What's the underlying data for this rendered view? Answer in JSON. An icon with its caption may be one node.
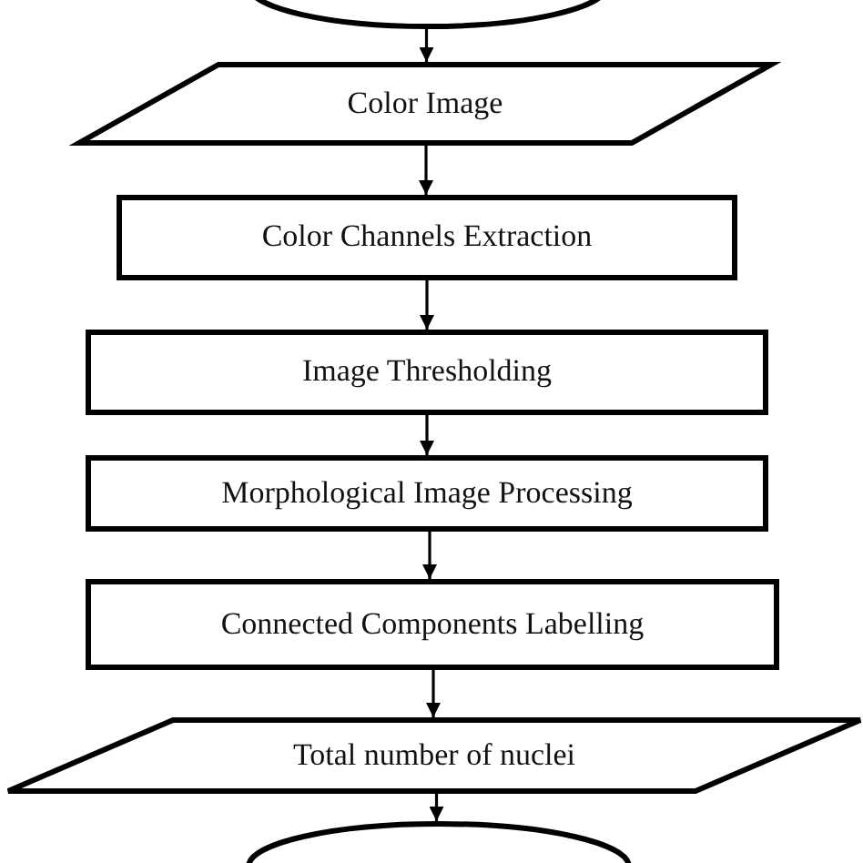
{
  "diagram": {
    "nodes": [
      {
        "text": [],
        "shape": "ellipse"
      },
      {
        "text": [
          "Color Image"
        ]
      },
      {
        "text": [
          "Color Channels Extraction"
        ]
      },
      {
        "text": [
          "Image Thresholding"
        ]
      },
      {
        "text": [
          "Morphological Image Processing"
        ]
      },
      {
        "text": [
          "Connected Components Labelling"
        ]
      },
      {
        "text": [
          "Total number of nuclei"
        ]
      },
      {
        "text": [],
        "shape": "ellipse"
      }
    ],
    "edges": [
      {
        "from": 0,
        "to": 1,
        "arrow": "to"
      },
      {
        "from": 1,
        "to": 2,
        "arrow": "to"
      },
      {
        "from": 2,
        "to": 3,
        "arrow": "to"
      },
      {
        "from": 3,
        "to": 4,
        "arrow": "to"
      },
      {
        "from": 4,
        "to": 5,
        "arrow": "to"
      },
      {
        "from": 5,
        "to": 6,
        "arrow": "to"
      },
      {
        "from": 6,
        "to": 7,
        "arrow": "to"
      }
    ]
  }
}
